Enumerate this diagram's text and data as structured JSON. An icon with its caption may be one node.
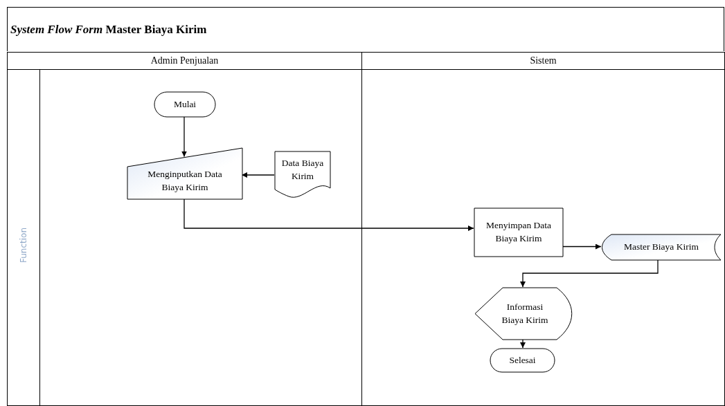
{
  "diagram": {
    "title": "*System Flow Form* Master Biaya Kirim",
    "nodes": [
      {
        "text": [
          "Admin Penjualan"
        ]
      },
      {
        "text": [
          "Sistem"
        ]
      },
      {
        "text": [
          "Mulai"
        ],
        "in": 0
      },
      {
        "text": [
          "Menginputkan Data Biaya Kirim"
        ],
        "in": 0
      },
      {
        "text": [
          "Data Biaya Kirim"
        ],
        "in": 0
      },
      {
        "text": [
          "Menyimpan Data Biaya Kirim"
        ],
        "in": 1
      },
      {
        "text": [
          "Master Biaya Kirim"
        ],
        "in": 1
      },
      {
        "text": [
          "Informasi Biaya Kirim"
        ],
        "in": 1
      },
      {
        "text": [
          "Selesai"
        ],
        "in": 1
      }
    ],
    "edges": [
      {
        "from": 2,
        "to": 3,
        "arrow": "to"
      },
      {
        "from": 4,
        "to": 3,
        "arrow": "to"
      },
      {
        "from": 3,
        "to": 5,
        "arrow": "to"
      },
      {
        "from": 5,
        "to": 6,
        "arrow": "to"
      },
      {
        "from": 6,
        "to": 7,
        "arrow": "to"
      },
      {
        "from": 7,
        "to": 8,
        "arrow": "to"
      }
    ],
    "labels": [
      "Function"
    ]
  }
}
